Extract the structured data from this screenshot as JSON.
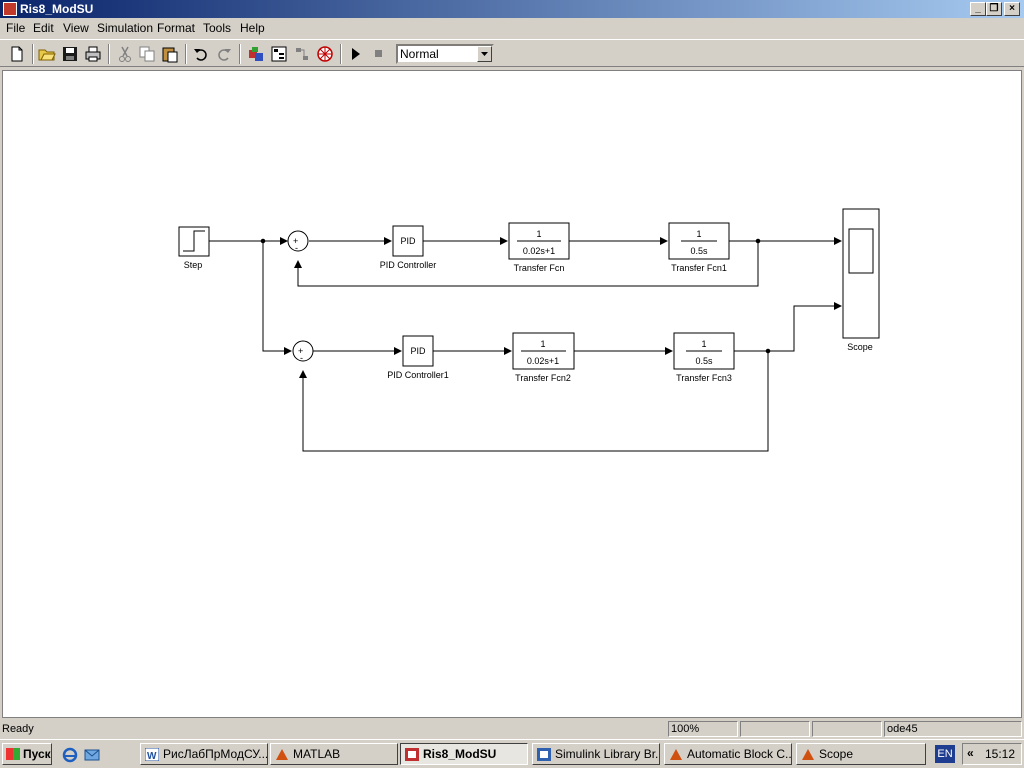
{
  "window": {
    "title": "Ris8_ModSU"
  },
  "menu": [
    "File",
    "Edit",
    "View",
    "Simulation",
    "Format",
    "Tools",
    "Help"
  ],
  "toolbar": {
    "sim_mode": "Normal"
  },
  "diagram": {
    "step_label": "Step",
    "sum_sign_plus": "+",
    "sum_sign_minus": "-",
    "pid_text": "PID",
    "pid1_label": "PID Controller",
    "pid2_label": "PID Controller1",
    "tf_num": "1",
    "tf_a_den": "0.02s+1",
    "tf_b_den": "0.5s",
    "tf1_label": "Transfer Fcn",
    "tf2_label": "Transfer Fcn1",
    "tf3_label": "Transfer Fcn2",
    "tf4_label": "Transfer Fcn3",
    "scope_label": "Scope"
  },
  "status": {
    "state": "Ready",
    "zoom": "100%",
    "solver": "ode45"
  },
  "taskbar": {
    "start": "Пуск",
    "items": [
      {
        "label": "РисЛабПрМодСУ..."
      },
      {
        "label": "MATLAB"
      },
      {
        "label": "Ris8_ModSU"
      },
      {
        "label": "Simulink Library Br..."
      },
      {
        "label": "Automatic Block C..."
      },
      {
        "label": "Scope"
      }
    ],
    "lang": "EN",
    "clock": "15:12"
  }
}
